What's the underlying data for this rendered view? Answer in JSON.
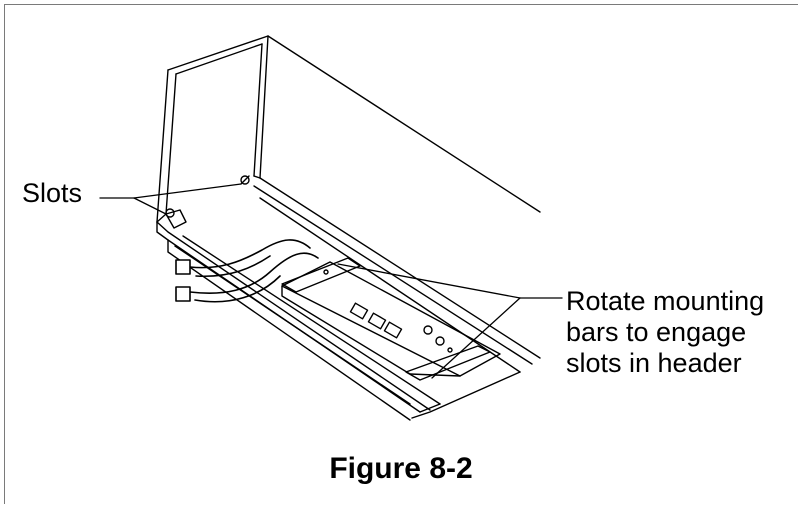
{
  "callouts": {
    "slots": "Slots",
    "rotate_lines": [
      "Rotate mounting",
      "bars to engage",
      "slots in header"
    ]
  },
  "caption": "Figure 8-2"
}
